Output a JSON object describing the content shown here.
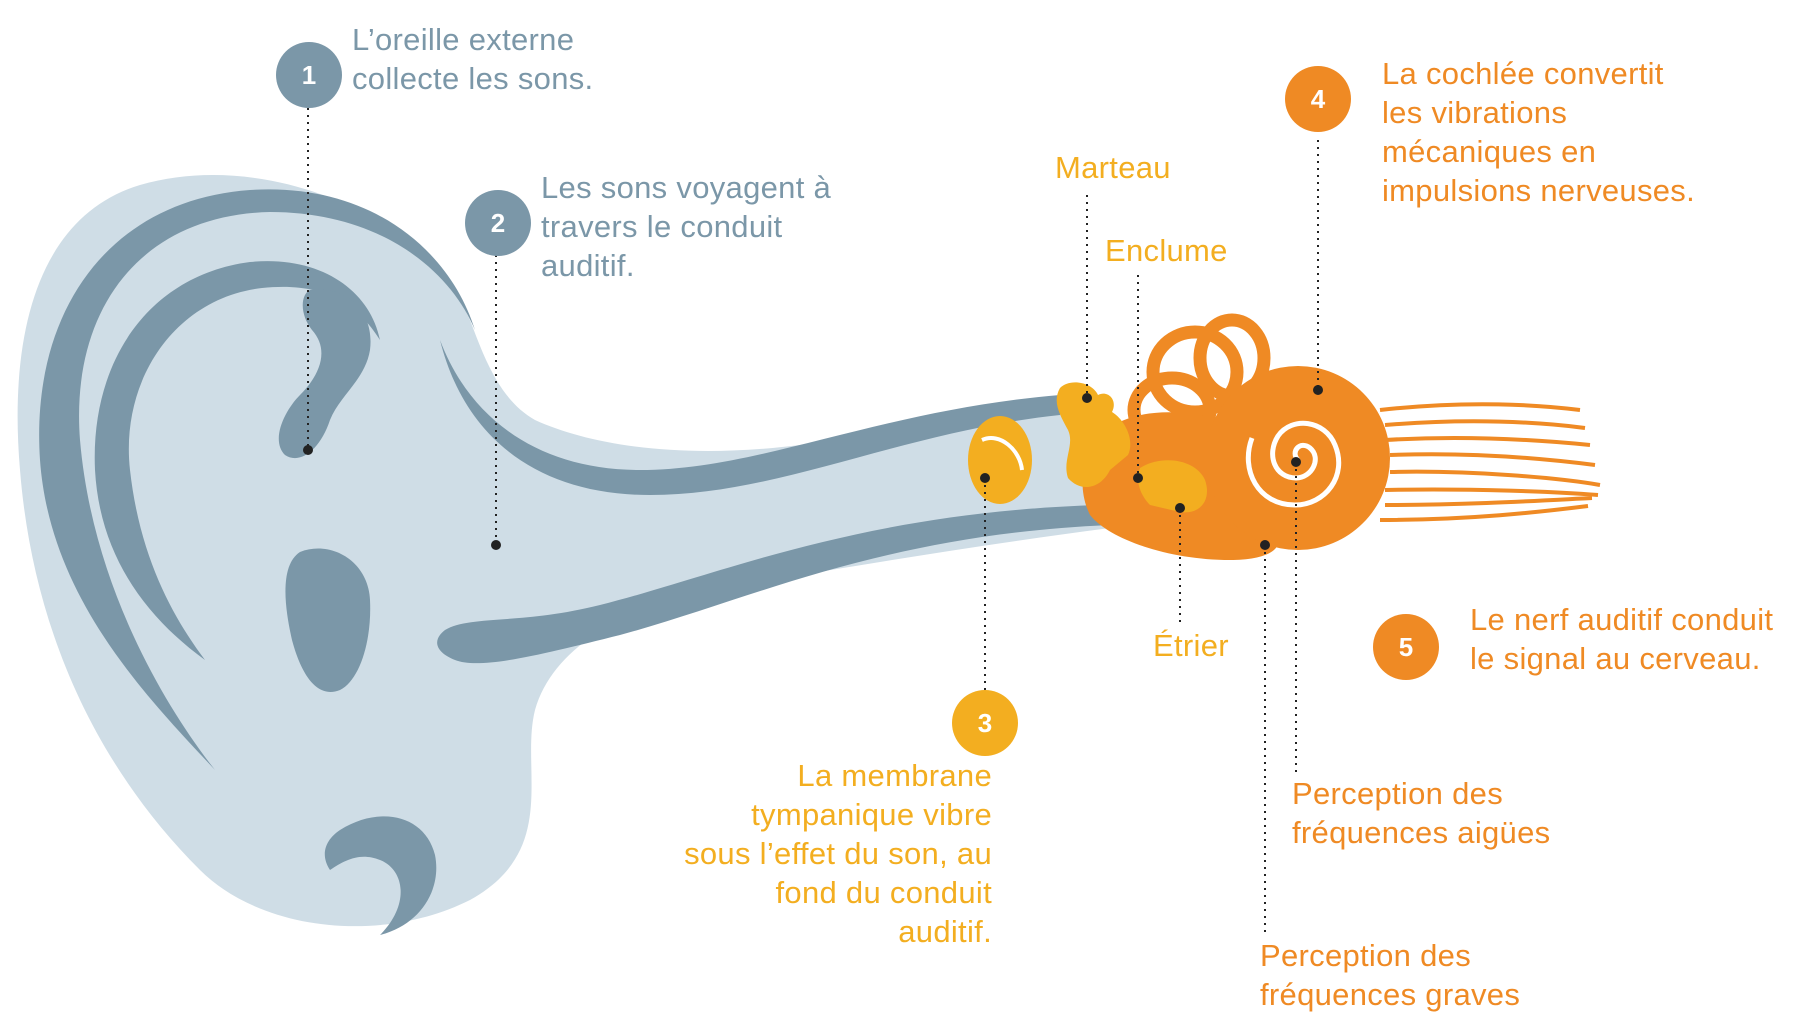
{
  "colors": {
    "ear_fill": "#cfdde6",
    "ear_dark": "#7b97a8",
    "orange": "#ef8a24",
    "yellow": "#f3ae20",
    "label_blue": "#7b97a8"
  },
  "steps": [
    {
      "number": "1",
      "text": "L’oreille externe\ncollecte les sons.",
      "color": "blue"
    },
    {
      "number": "2",
      "text": "Les sons voyagent à\ntravers le conduit\nauditif.",
      "color": "blue"
    },
    {
      "number": "3",
      "text": "La membrane\ntympanique vibre\nsous l’effet du son, au\nfond du conduit\nauditif.",
      "color": "yellow"
    },
    {
      "number": "4",
      "text": "La cochlée convertit\nles vibrations\nmécaniques en\nimpulsions nerveuses.",
      "color": "orange"
    },
    {
      "number": "5",
      "text": "Le nerf auditif conduit\nle signal au cerveau.",
      "color": "orange"
    }
  ],
  "labels": {
    "marteau": "Marteau",
    "enclume": "Enclume",
    "etrier": "Étrier",
    "aigues": "Perception des\nfréquences aigües",
    "graves": "Perception des\nfréquences graves"
  }
}
